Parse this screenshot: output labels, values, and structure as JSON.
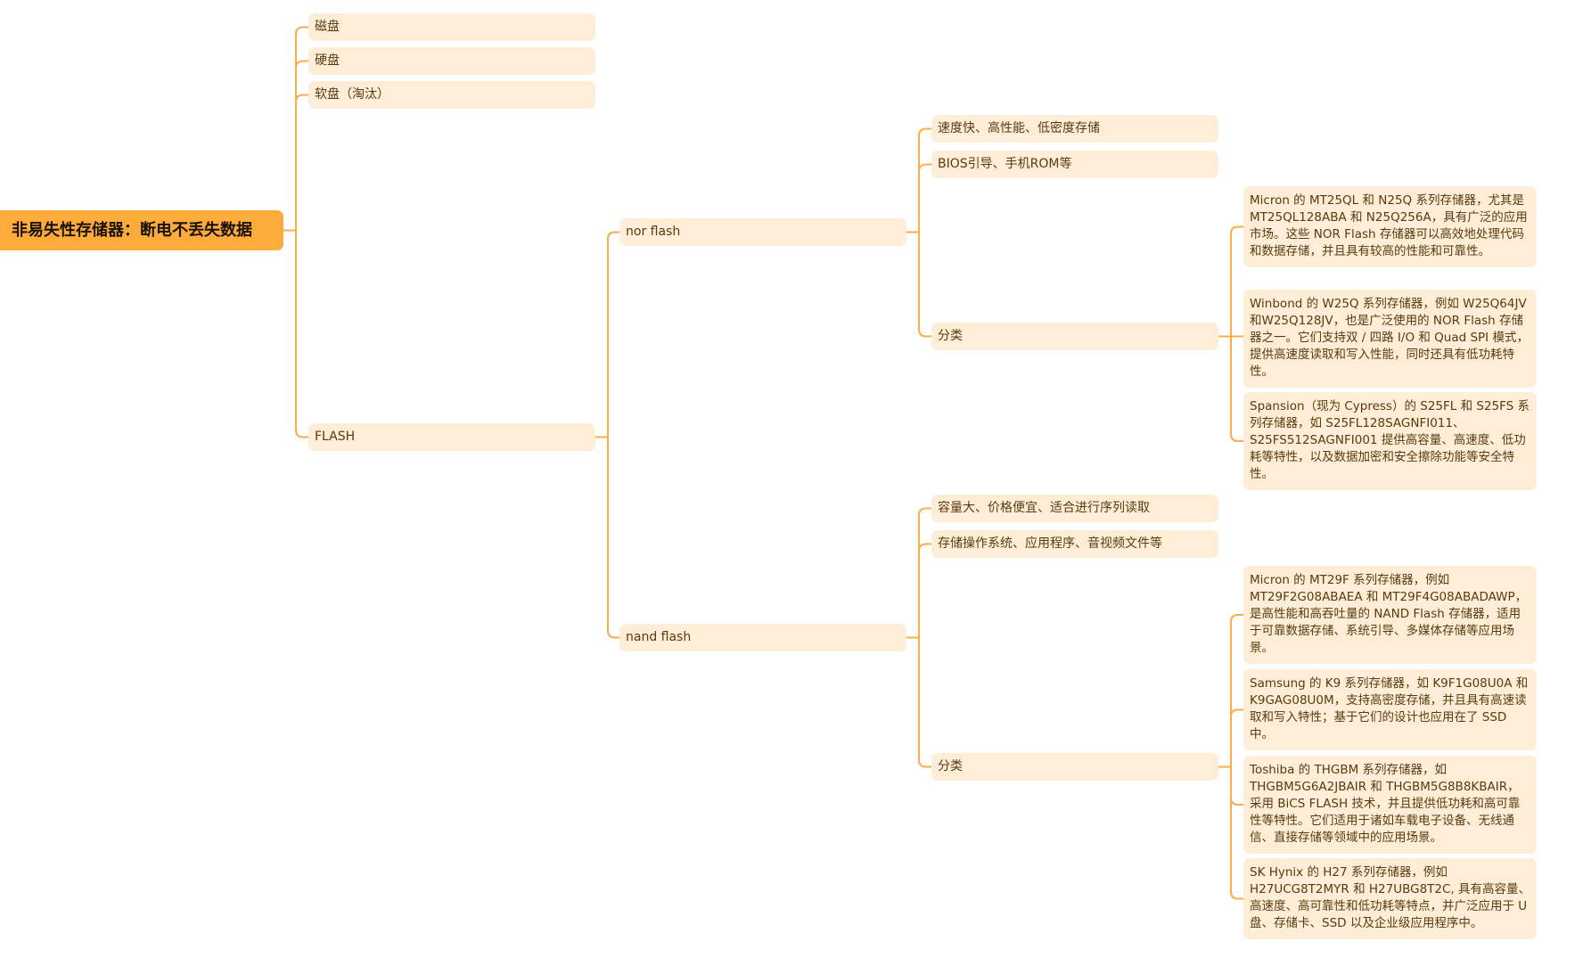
{
  "colors": {
    "root": "#fdab3b",
    "node": "#feeed8",
    "line": "#fcad45",
    "text": "#5a3a0e"
  },
  "root": "非易失性存储器：断电不丢失数据",
  "level1": [
    "磁盘",
    "硬盘",
    "软盘（淘汰）",
    "FLASH"
  ],
  "flash": {
    "nor": {
      "label": "nor flash",
      "features": [
        "速度快、高性能、低密度存储",
        "BIOS引导、手机ROM等"
      ],
      "category_label": "分类",
      "categories": [
        "Micron 的 MT25QL 和 N25Q 系列存储器，尤其是 MT25QL128ABA 和 N25Q256A，具有广泛的应用市场。这些 NOR Flash 存储器可以高效地处理代码和数据存储，并且具有较高的性能和可靠性。",
        "Winbond 的 W25Q 系列存储器，例如 W25Q64JV和W25Q128JV，也是广泛使用的 NOR Flash 存储器之一。它们支持双 / 四路 I/O 和 Quad SPI 模式，提供高速度读取和写入性能，同时还具有低功耗特性。",
        "Spansion（现为 Cypress）的 S25FL 和 S25FS 系列存储器，如 S25FL128SAGNFI011、S25FS512SAGNFI001 提供高容量、高速度、低功耗等特性，以及数据加密和安全擦除功能等安全特性。"
      ]
    },
    "nand": {
      "label": "nand flash",
      "features": [
        "容量大、价格便宜、适合进行序列读取",
        "存储操作系统、应用程序、音视频文件等"
      ],
      "category_label": "分类",
      "categories": [
        "Micron 的 MT29F 系列存储器，例如 MT29F2G08ABAEA 和 MT29F4G08ABADAWP，是高性能和高吞吐量的 NAND Flash 存储器，适用于可靠数据存储、系统引导、多媒体存储等应用场景。",
        "Samsung 的 K9 系列存储器，如 K9F1G08U0A 和 K9GAG08U0M，支持高密度存储，并且具有高速读取和写入特性；基于它们的设计也应用在了 SSD 中。",
        "Toshiba 的 THGBM 系列存储器，如 THGBM5G6A2JBAIR 和 THGBM5G8B8KBAIR，采用 BiCS FLASH 技术，并且提供低功耗和高可靠性等特性。它们适用于诸如车载电子设备、无线通信、直接存储等领域中的应用场景。",
        "SK Hynix 的 H27 系列存储器，例如 H27UCG8T2MYR 和 H27UBG8T2C, 具有高容量、高速度、高可靠性和低功耗等特点，并广泛应用于 U盘、存储卡、SSD 以及企业级应用程序中。"
      ]
    }
  }
}
